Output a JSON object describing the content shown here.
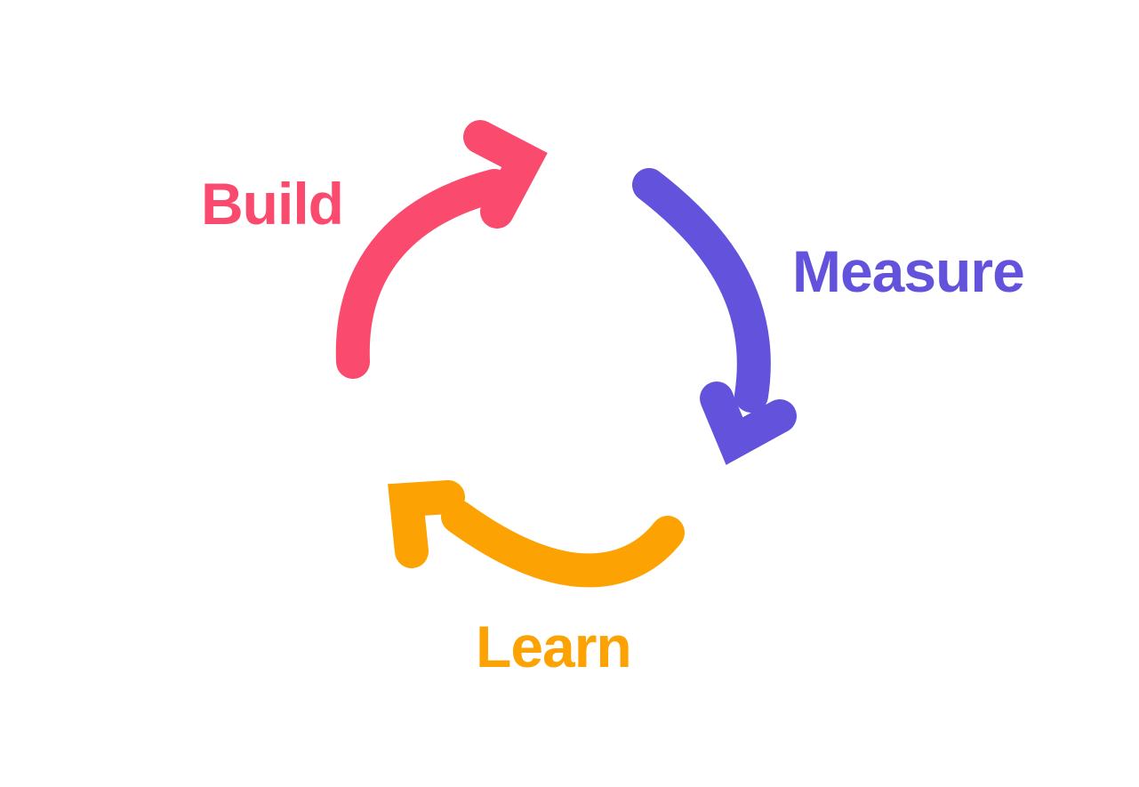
{
  "diagram": {
    "type": "cycle",
    "background_color": "#FFFFFF",
    "steps": [
      {
        "label": "Build",
        "color": "#FA4A6D",
        "arrow": "curved-arrow-clockwise",
        "position": "top-left"
      },
      {
        "label": "Measure",
        "color": "#6352DC",
        "arrow": "curved-arrow-clockwise",
        "position": "right"
      },
      {
        "label": "Learn",
        "color": "#FCA203",
        "arrow": "curved-arrow-clockwise",
        "position": "bottom"
      }
    ]
  }
}
